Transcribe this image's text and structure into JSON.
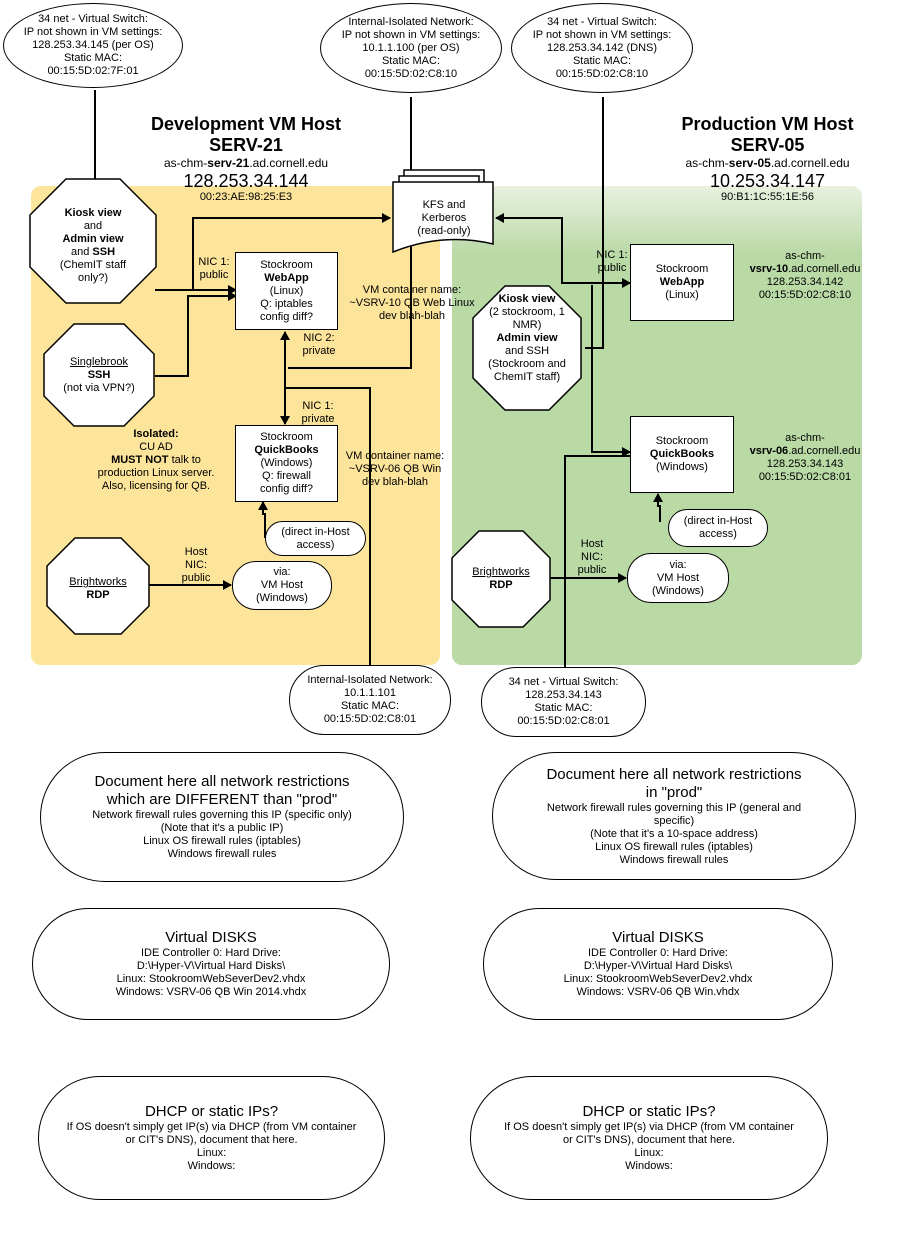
{
  "dev_host": {
    "title": "Development VM Host",
    "name": "SERV-21",
    "fqdn_pre": "as-chm-",
    "fqdn_bold": "serv-21",
    "fqdn_post": ".ad.cornell.edu",
    "ip": "128.253.34.144",
    "mac": "00:23:AE:98:25:E3"
  },
  "prod_host": {
    "title": "Production VM Host",
    "name": "SERV-05",
    "fqdn_pre": "as-chm-",
    "fqdn_bold": "serv-05",
    "fqdn_post": ".ad.cornell.edu",
    "ip": "10.253.34.147",
    "mac": "90:B1:1C:55:1E:56"
  },
  "switch_dev": {
    "l1": "34 net - Virtual Switch:",
    "l2": "IP not shown in VM settings:",
    "l3": "128.253.34.145 (per OS)",
    "l4": "Static MAC:",
    "l5": "00:15:5D:02:7F:01"
  },
  "isolated_top": {
    "l1": "Internal-Isolated Network:",
    "l2": "IP not shown in VM settings:",
    "l3": "10.1.1.100 (per OS)",
    "l4": "Static MAC:",
    "l5": "00:15:5D:02:C8:10"
  },
  "switch_prod": {
    "l1": "34 net - Virtual Switch:",
    "l2": "IP not shown in VM settings:",
    "l3": "128.253.34.142 (DNS)",
    "l4": "Static MAC:",
    "l5": "00:15:5D:02:C8:10"
  },
  "kfs": {
    "l1": "KFS and",
    "l2": "Kerberos",
    "l3": "(read-only)"
  },
  "dev_kiosk": {
    "l1": "Kiosk view",
    "l2": "and",
    "l3": "Admin view",
    "l4_pre": "and ",
    "l4_bold": "SSH",
    "l5": "(ChemIT staff",
    "l6": "only?)"
  },
  "singlebrook": {
    "l1": "Singlebrook",
    "l2": "SSH",
    "l3": "(not via VPN?)"
  },
  "dev_webapp": {
    "l1": "Stockroom",
    "l2": "WebApp",
    "l3": "(Linux)",
    "l4": "Q: iptables",
    "l5": "config diff?"
  },
  "dev_webapp_container": {
    "l1": "VM container name:",
    "l2": "~VSRV-10 QB Web Linux",
    "l3": "dev blah-blah"
  },
  "nic1_public_dev": {
    "l1": "NIC 1:",
    "l2": "public"
  },
  "nic2_private": {
    "l1": "NIC 2:",
    "l2": "private"
  },
  "nic1_private": {
    "l1": "NIC 1:",
    "l2": "private"
  },
  "dev_qb": {
    "l1": "Stockroom",
    "l2": "QuickBooks",
    "l3": "(Windows)",
    "l4": "Q: firewall",
    "l5": "config diff?"
  },
  "dev_qb_container": {
    "l1": "VM container name:",
    "l2": "~VSRV-06 QB Win",
    "l3": "dev blah-blah"
  },
  "isolated_note": {
    "l1": "Isolated:",
    "l2": "CU AD",
    "l3": "MUST NOT",
    "l3_post": " talk to",
    "l4": "production Linux server.",
    "l5": "Also, licensing for QB."
  },
  "dev_direct": {
    "l1": "(direct in-Host",
    "l2": "access)"
  },
  "dev_brightworks": {
    "l1": "Brightworks",
    "l2": "RDP"
  },
  "dev_host_nic": {
    "l1": "Host",
    "l2": "NIC:",
    "l3": "public"
  },
  "dev_via": {
    "l1": "via:",
    "l2": "VM Host",
    "l3": "(Windows)"
  },
  "isolated_bottom": {
    "l1": "Internal-Isolated Network:",
    "l2": "10.1.1.101",
    "l3": "Static MAC:",
    "l4": "00:15:5D:02:C8:01"
  },
  "prod_kiosk": {
    "l1": "Kiosk view",
    "l2": "(2 stockroom, 1",
    "l3": "NMR)",
    "l4": "Admin view",
    "l5": "and SSH",
    "l6": "(Stockroom and",
    "l7": "ChemIT staff)"
  },
  "nic1_public_prod": {
    "l1": "NIC 1:",
    "l2": "public"
  },
  "prod_webapp": {
    "l1": "Stockroom",
    "l2": "WebApp",
    "l3": "(Linux)"
  },
  "prod_webapp_info": {
    "l1": "as-chm-",
    "l2_bold": "vsrv-10",
    "l2_post": ".ad.cornell.edu",
    "l3": "128.253.34.142",
    "l4": "00:15:5D:02:C8:10"
  },
  "prod_qb": {
    "l1": "Stockroom",
    "l2": "QuickBooks",
    "l3": "(Windows)"
  },
  "prod_qb_info": {
    "l1": "as-chm-",
    "l2_bold": "vsrv-06",
    "l2_post": ".ad.cornell.edu",
    "l3": "128.253.34.143",
    "l4": "00:15:5D:02:C8:01"
  },
  "prod_direct": {
    "l1": "(direct in-Host",
    "l2": "access)"
  },
  "prod_brightworks": {
    "l1": "Brightworks",
    "l2": "RDP"
  },
  "prod_host_nic": {
    "l1": "Host",
    "l2": "NIC:",
    "l3": "public"
  },
  "prod_via": {
    "l1": "via:",
    "l2": "VM Host",
    "l3": "(Windows)"
  },
  "switch_prod_bottom": {
    "l1": "34 net - Virtual Switch:",
    "l2": "128.253.34.143",
    "l3": "Static MAC:",
    "l4": "00:15:5D:02:C8:01"
  },
  "dev_restrictions": {
    "l1": "Document here all network restrictions",
    "l2": "which are DIFFERENT than \"prod\"",
    "l3": "Network firewall rules governing this IP (specific only)",
    "l4": "(Note that it's a public IP)",
    "l5": "Linux OS firewall rules (iptables)",
    "l6": "Windows firewall rules"
  },
  "prod_restrictions": {
    "l1": "Document here all network restrictions",
    "l2": "in \"prod\"",
    "l3": "Network firewall rules governing this IP (general and",
    "l3b": "specific)",
    "l4": "(Note that it's a 10-space address)",
    "l5": "Linux OS firewall rules (iptables)",
    "l6": "Windows firewall rules"
  },
  "dev_disks": {
    "l1": "Virtual DISKS",
    "l2": "IDE Controller 0: Hard Drive:",
    "l3": "D:\\Hyper-V\\Virtual Hard Disks\\",
    "l4": "Linux: StookroomWebSeverDev2.vhdx",
    "l5": "Windows: VSRV-06 QB Win 2014.vhdx"
  },
  "prod_disks": {
    "l1": "Virtual DISKS",
    "l2": "IDE Controller 0: Hard Drive:",
    "l3": "D:\\Hyper-V\\Virtual Hard Disks\\",
    "l4": "Linux: StookroomWebSeverDev2.vhdx",
    "l5": "Windows: VSRV-06 QB Win.vhdx"
  },
  "dev_dhcp": {
    "l1": "DHCP or static IPs?",
    "l2": "If OS doesn't simply get IP(s) via DHCP (from VM container",
    "l3": "or CIT's DNS), document that here.",
    "l4": "Linux:",
    "l5": "Windows:"
  },
  "prod_dhcp": {
    "l1": "DHCP or static IPs?",
    "l2": "If OS doesn't simply get IP(s) via DHCP (from VM container",
    "l3": "or CIT's DNS), document that here.",
    "l4": "Linux:",
    "l5": "Windows:"
  }
}
